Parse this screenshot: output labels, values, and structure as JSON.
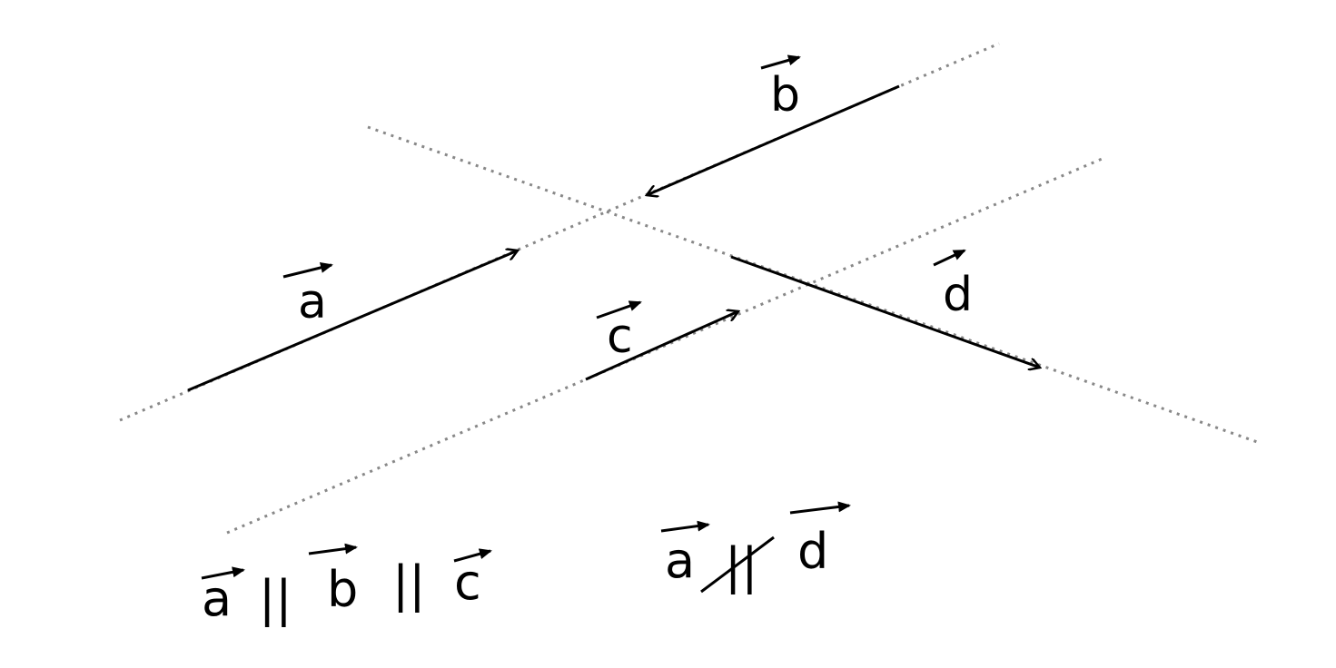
{
  "vectors": {
    "a": {
      "label": "a"
    },
    "b": {
      "label": "b"
    },
    "c": {
      "label": "c"
    },
    "d": {
      "label": "d"
    }
  },
  "relations": {
    "parallel": {
      "v1": "a",
      "sym1": "||",
      "v2": "b",
      "sym2": "||",
      "v3": "c"
    },
    "not_parallel": {
      "v1": "a",
      "sym": "||",
      "v2": "d"
    }
  },
  "colors": {
    "vector": "#000000",
    "guide": "#888888"
  }
}
